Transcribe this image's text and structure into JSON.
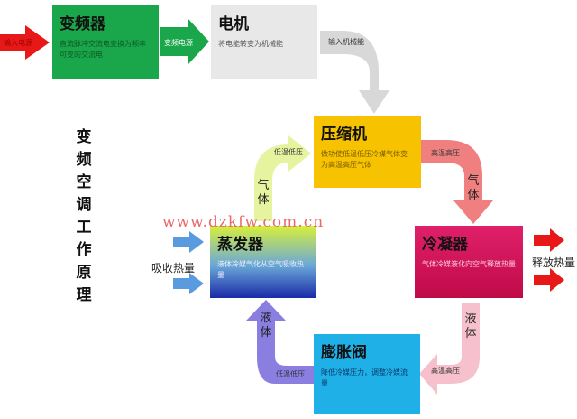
{
  "title": "变频空调工作原理",
  "watermark": "www.dzkfw.com.cn",
  "boxes": {
    "inverter": {
      "title": "变频器",
      "desc": "直流脉冲交流电变换为频率可变的交流电",
      "color": "#1aa64a"
    },
    "motor": {
      "title": "电机",
      "desc": "将电能转变为机械能",
      "color": "#e8e8e8"
    },
    "compressor": {
      "title": "压缩机",
      "desc": "做功使低温低压冷媒气体变为高温高压气体",
      "color": "#f7c300"
    },
    "condenser": {
      "title": "冷凝器",
      "desc": "气体冷媒液化向空气释放热量",
      "color": "#d8145a"
    },
    "valve": {
      "title": "膨胀阀",
      "desc": "降低冷媒压力，调整冷媒流量",
      "color": "#1fb0e8"
    },
    "evaporator": {
      "title": "蒸发器",
      "desc": "液体冷媒气化从空气吸收热量",
      "color": "#6bc84a"
    }
  },
  "arrows": {
    "power_in": "输入电源",
    "inverter_out": "变频电源",
    "mech_in": "输入机械能",
    "low_temp_low_pressure_gas": "低温低压",
    "high_temp_high_pressure_gas": "高温高压",
    "gas": "气体",
    "liquid": "液体",
    "high_temp_high_pressure_liquid": "高温高压",
    "low_temp_low_pressure_liquid": "低温低压"
  },
  "heat_absorb": "吸收热量",
  "heat_release": "释放热量"
}
